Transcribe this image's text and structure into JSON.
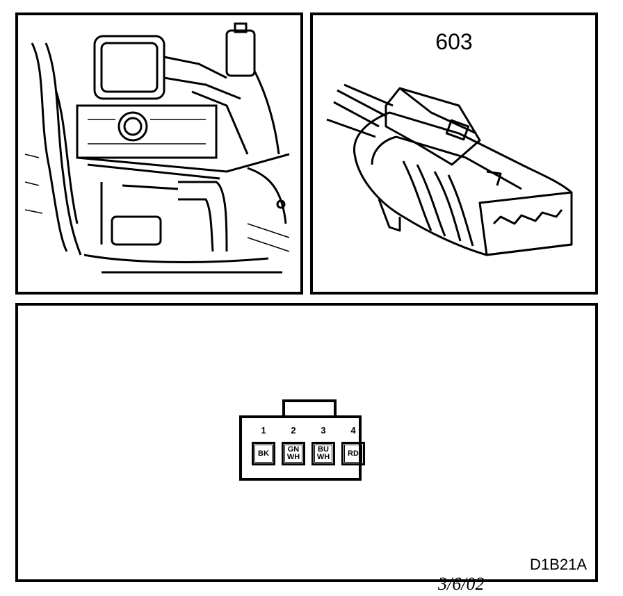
{
  "connector_id": "603",
  "reference_code": "D1B21A",
  "date_mark": "3/6/02",
  "pins": [
    {
      "number": "1",
      "color_line1": "BK",
      "color_line2": ""
    },
    {
      "number": "2",
      "color_line1": "GN",
      "color_line2": "WH"
    },
    {
      "number": "3",
      "color_line1": "BU",
      "color_line2": "WH"
    },
    {
      "number": "4",
      "color_line1": "RD",
      "color_line2": ""
    }
  ]
}
